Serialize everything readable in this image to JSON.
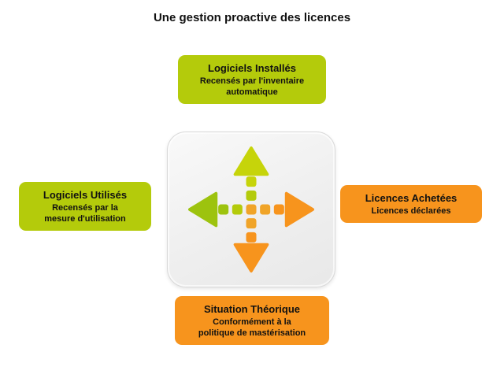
{
  "title": "Une gestion proactive des licences",
  "boxes": {
    "top": {
      "title": "Logiciels Installés",
      "subtitle_lines": [
        "Recensés par l'inventaire",
        "automatique"
      ]
    },
    "left": {
      "title": "Logiciels Utilisés",
      "subtitle_lines": [
        "Recensés par la",
        "mesure d'utilisation"
      ]
    },
    "right": {
      "title": "Licences Achetées",
      "subtitle_lines": [
        "Licences déclarées",
        ""
      ]
    },
    "bottom": {
      "title": "Situation Théorique",
      "subtitle_lines": [
        "Conformément à la",
        "politique de mastérisation"
      ]
    }
  },
  "icons": {
    "center": "cross-arrows-icon"
  },
  "colors": {
    "lime": "#b4cb0b",
    "lime_dark": "#9dc30e",
    "lime_light": "#c6d40a",
    "orange": "#f7941d",
    "orange_light": "#f0a428",
    "panel_bg": "#e8e8e8",
    "panel_border": "#d9d9d9",
    "text": "#111111"
  }
}
